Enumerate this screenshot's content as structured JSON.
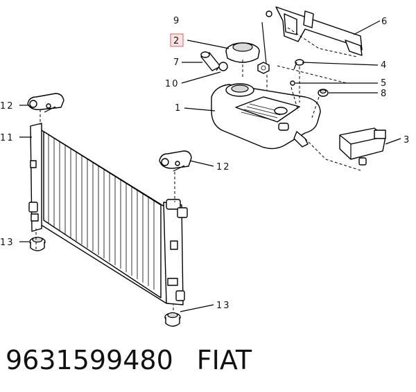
{
  "callouts": {
    "c1": "1",
    "c2": "2",
    "c3": "3",
    "c4": "4",
    "c5": "5",
    "c6": "6",
    "c7": "7",
    "c8": "8",
    "c9": "9",
    "c10": "10",
    "c11": "11",
    "c12a": "12",
    "c12b": "12",
    "c13a": "13",
    "c13b": "13"
  },
  "highlight_color": "#e07a7a",
  "part_number": "9631599480",
  "brand": "FIAT"
}
